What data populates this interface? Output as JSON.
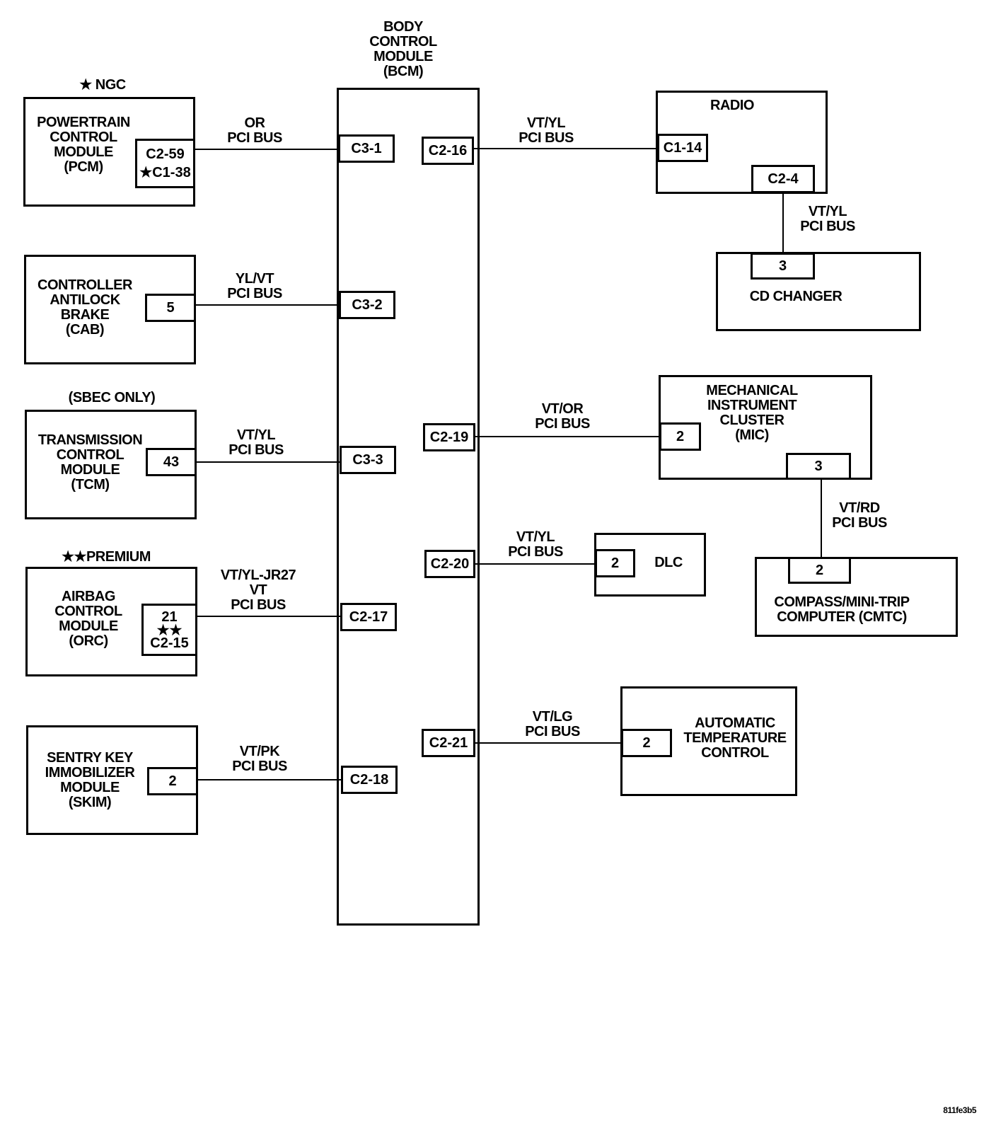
{
  "bcm": {
    "title": "BODY\nCONTROL\nMODULE\n(BCM)"
  },
  "left_modules": [
    {
      "name": "POWERTRAIN\nCONTROL\nMODULE\n(PCM)",
      "note": "★ NGC",
      "pin": "C2-59",
      "pin_alt": "★C1-38",
      "wire": "OR\nPCI BUS",
      "bcm_pin": "C3-1"
    },
    {
      "name": "CONTROLLER\nANTILOCK\nBRAKE\n(CAB)",
      "pin": "5",
      "wire": "YL/VT\nPCI BUS",
      "bcm_pin": "C3-2"
    },
    {
      "name": "TRANSMISSION\nCONTROL\nMODULE\n(TCM)",
      "note": "(SBEC ONLY)",
      "pin": "43",
      "wire": "VT/YL\nPCI BUS",
      "bcm_pin": "C3-3"
    },
    {
      "name": "AIRBAG\nCONTROL\nMODULE\n(ORC)",
      "note": "★★PREMIUM",
      "pin": "21",
      "pin_alt": "★★\nC2-15",
      "wire": "VT/YL-JR27\nVT\nPCI BUS",
      "bcm_pin": "C2-17"
    },
    {
      "name": "SENTRY KEY\nIMMOBILIZER\nMODULE\n(SKIM)",
      "pin": "2",
      "wire": "VT/PK\nPCI BUS",
      "bcm_pin": "C2-18"
    }
  ],
  "right_modules": [
    {
      "name": "RADIO",
      "bcm_pin": "C2-16",
      "wire": "VT/YL\nPCI BUS",
      "pin": "C1-14",
      "pin2": "C2-4"
    },
    {
      "name": "CD CHANGER",
      "pin": "3",
      "wire": "VT/YL\nPCI BUS"
    },
    {
      "name": "MECHANICAL\nINSTRUMENT\nCLUSTER\n(MIC)",
      "bcm_pin": "C2-19",
      "wire": "VT/OR\nPCI BUS",
      "pin": "2",
      "pin2": "3"
    },
    {
      "name": "COMPASS/MINI-TRIP\nCOMPUTER (CMTC)",
      "pin": "2",
      "wire": "VT/RD\nPCI BUS"
    },
    {
      "name": "DLC",
      "bcm_pin": "C2-20",
      "wire": "VT/YL\nPCI BUS",
      "pin": "2"
    },
    {
      "name": "AUTOMATIC\nTEMPERATURE\nCONTROL",
      "bcm_pin": "C2-21",
      "wire": "VT/LG\nPCI BUS",
      "pin": "2"
    }
  ],
  "figure_id": "811fe3b5"
}
